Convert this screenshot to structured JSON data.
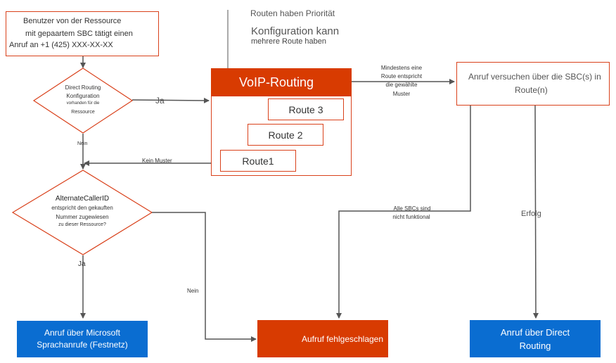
{
  "start": {
    "line1": "Benutzer von der Ressource",
    "line2": "mit gepaartem SBC tätigt einen",
    "line3": "Anruf an +1 (425) XXX-XX-XX"
  },
  "notes": {
    "priority": "Routen haben Priorität",
    "config": "Konfiguration kann",
    "multiple": "mehrere Route haben"
  },
  "decision1": {
    "line1": "Direct Routing",
    "line2": "Konfiguration",
    "line3": "vorhanden für die",
    "line4": "Ressource"
  },
  "decision2": {
    "title": "AlternateCallerID",
    "line1": "entspricht den gekauften",
    "line2": "Nummer zugewiesen",
    "line3": "zu dieser Ressource?"
  },
  "voip": {
    "title": "VoIP-Routing",
    "route3": "Route 3",
    "route2": "Route 2",
    "route1": "Route1"
  },
  "attempt": {
    "line1": "Anruf versuchen über die SBC(s) in",
    "line2": "Route(n)"
  },
  "edges": {
    "ja1": "Ja",
    "nein1": "Nein",
    "kein_muster": "Kein Muster",
    "match1": "Mindestens eine",
    "match2": "Route entspricht",
    "match3": "die gewählte",
    "match4": "Muster",
    "all_sbc1": "Alle SBCs sind",
    "all_sbc2": "nicht funktional",
    "erfolg": "Erfolg",
    "ja2": "Ja",
    "nein2": "Nein"
  },
  "results": {
    "ms1": "Anruf über Microsoft",
    "ms2": "Sprachanrufe (Festnetz)",
    "failed": "Aufruf fehlgeschlagen",
    "dr1": "Anruf über Direct",
    "dr2": "Routing"
  },
  "colors": {
    "orange": "#d83b01",
    "orange_border": "#d9411b",
    "blue": "#0a6dd1",
    "line": "#555555"
  }
}
